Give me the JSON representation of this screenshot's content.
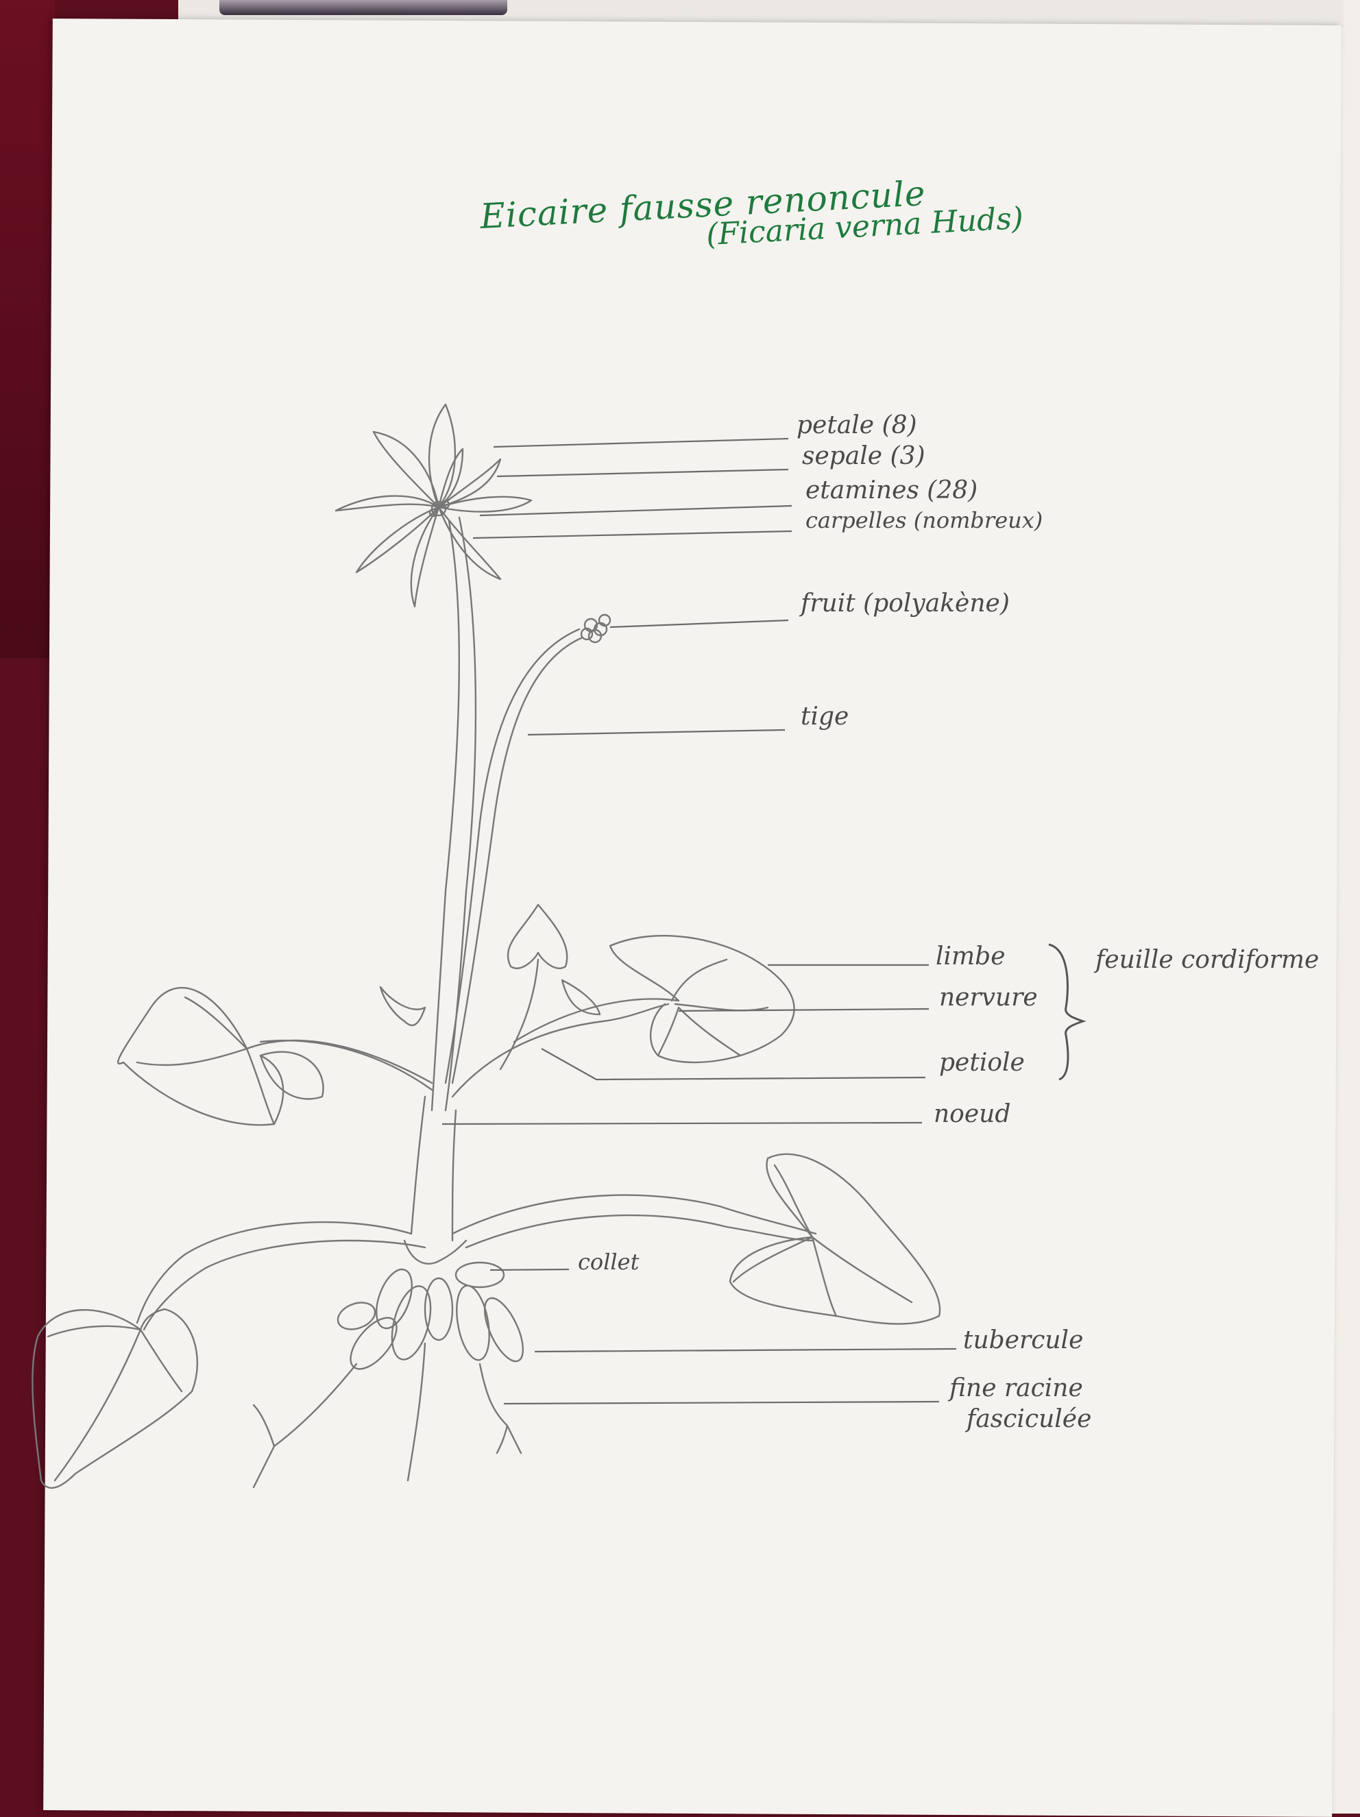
{
  "diagram": {
    "title": "Eicaire fausse renoncule",
    "subtitle": "(Ficaria verna Huds)",
    "labels": {
      "petale": "petale (8)",
      "sepale": "sepale (3)",
      "etamines": "etamines (28)",
      "carpelles": "carpelles (nombreux)",
      "fruit": "fruit (polyakène)",
      "tige": "tige",
      "limbe": "limbe",
      "nervure": "nervure",
      "petiole": "petiole",
      "noeud": "noeud",
      "feuille": "feuille cordiforme",
      "collet": "collet",
      "tubercule": "tubercule",
      "racine_line1": "fine racine",
      "racine_line2": "fasciculée"
    }
  },
  "colors": {
    "title_ink": "#1f7a3e",
    "pencil": "#777777",
    "paper": "#f5f3ef",
    "background": "#5a0e1e"
  }
}
